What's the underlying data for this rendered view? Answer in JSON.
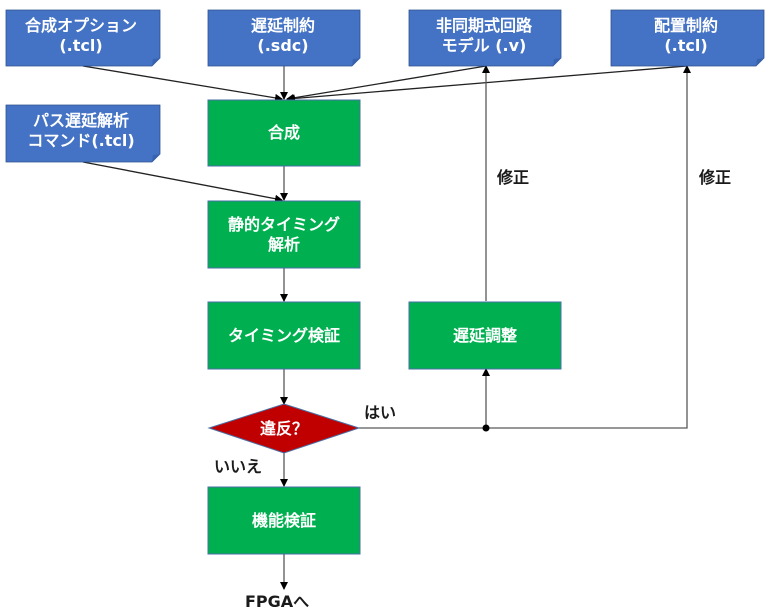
{
  "diagram": {
    "colors": {
      "file_fill": "#4472C4",
      "file_fold": "#3762B0",
      "file_border": "#2F528F",
      "process_fill": "#00B050",
      "process_border": "#4A6FA5",
      "decision_fill": "#C00000",
      "connector": "#595959",
      "label_text": "#1a1a1a"
    },
    "inputs": [
      {
        "id": "synth-options",
        "line1": "合成オプション",
        "line2": "(.tcl)"
      },
      {
        "id": "timing-constraints",
        "line1": "遅延制約",
        "line2": "(.sdc)"
      },
      {
        "id": "async-model",
        "line1": "非同期式回路",
        "line2": "モデル (.v)"
      },
      {
        "id": "placement-constraints",
        "line1": "配置制約",
        "line2": "(.tcl)"
      },
      {
        "id": "path-delay-cmd",
        "line1": "パス遅延解析",
        "line2": "コマンド(.tcl)"
      }
    ],
    "processes": [
      {
        "id": "synthesis",
        "line1": "合成",
        "line2": ""
      },
      {
        "id": "sta",
        "line1": "静的タイミング",
        "line2": "解析"
      },
      {
        "id": "timing-verification",
        "line1": "タイミング検証",
        "line2": ""
      },
      {
        "id": "delay-adjustment",
        "line1": "遅延調整",
        "line2": ""
      },
      {
        "id": "functional-verification",
        "line1": "機能検証",
        "line2": ""
      }
    ],
    "decision": {
      "id": "violation",
      "text": "違反？"
    },
    "labels": {
      "yes": "はい",
      "no": "いいえ",
      "fix_left": "修正",
      "fix_right": "修正",
      "output": "FPGAへ"
    }
  }
}
